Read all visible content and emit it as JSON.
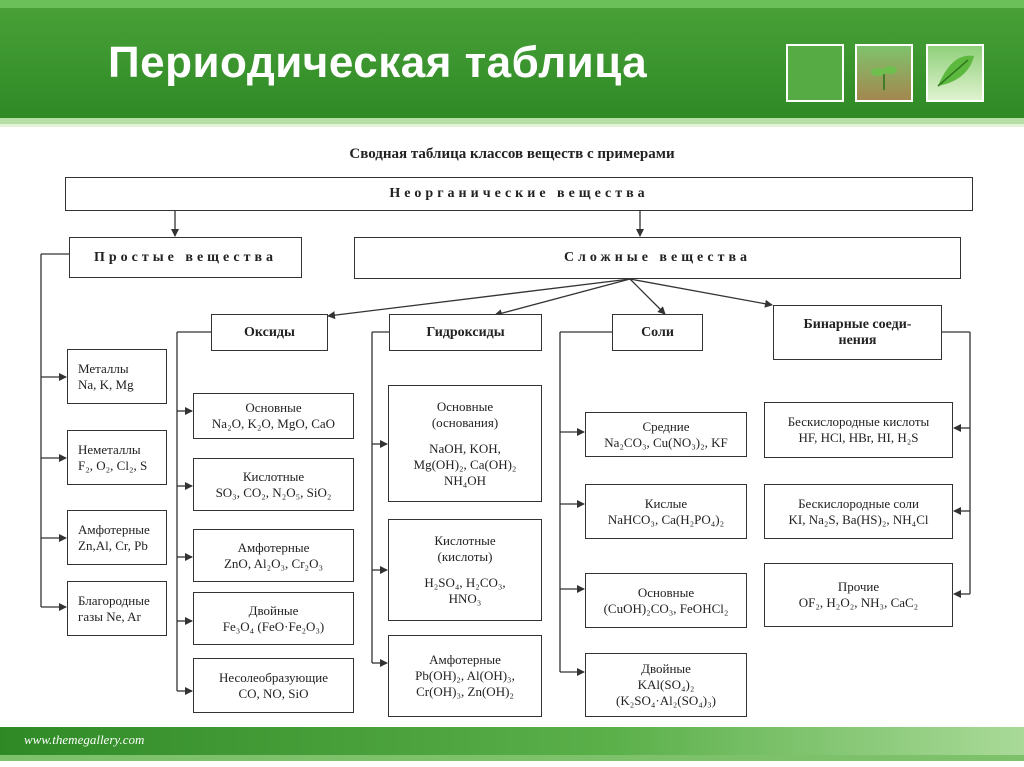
{
  "slide": {
    "title": "Периодическая таблица",
    "footer": "www.themegallery.com"
  },
  "diagram": {
    "heading": "Сводная таблица классов веществ с примерами",
    "root": "Неорганические вещества",
    "simple": "Простые вещества",
    "complex": "Сложные вещества",
    "simple_items": [
      {
        "l1": "Металлы",
        "l2": "Na, K, Mg"
      },
      {
        "l1": "Неметаллы",
        "l2": "F₂, O₂, Cl₂, S"
      },
      {
        "l1": "Амфотерные",
        "l2": "Zn,Al, Cr, Pb"
      },
      {
        "l1": "Благородные",
        "l2": "газы Ne, Ar"
      }
    ],
    "categories": {
      "oxides": "Оксиды",
      "hydroxides": "Гидроксиды",
      "salts": "Соли",
      "binary_l1": "Бинарные соеди-",
      "binary_l2": "нения"
    },
    "oxides": [
      {
        "l1": "Основные",
        "l2": "Na₂O, K₂O, MgO, CaO"
      },
      {
        "l1": "Кислотные",
        "l2": "SO₃, CO₂, N₂O₅, SiO₂"
      },
      {
        "l1": "Амфотерные",
        "l2": "ZnO, Al₂O₃, Cr₂O₃"
      },
      {
        "l1": "Двойные",
        "l2": "Fe₃O₄ (FeO·Fe₂O₃)"
      },
      {
        "l1": "Несолеобразующие",
        "l2": "CO, NO, SiO"
      }
    ],
    "hydroxides": [
      {
        "l1": "Основные",
        "l2": "(основания)",
        "l3": "NaOH, KOH,",
        "l4": "Mg(OH)₂, Ca(OH)₂",
        "l5": "NH₄OH"
      },
      {
        "l1": "Кислотные",
        "l2": "(кислоты)",
        "l3": "H₂SO₄, H₂CO₃,",
        "l4": "HNO₃"
      },
      {
        "l1": "Амфотерные",
        "l2": "Pb(OH)₂, Al(OH)₃,",
        "l3": "Cr(OH)₃, Zn(OH)₂"
      }
    ],
    "salts": [
      {
        "l1": "Средние",
        "l2": "Na₂CO₃, Cu(NO₃)₂, KF"
      },
      {
        "l1": "Кислые",
        "l2": "NaHCO₃, Ca(H₂PO₄)₂"
      },
      {
        "l1": "Основные",
        "l2": "(CuOH)₂CO₃, FeOHCl₂"
      },
      {
        "l1": "Двойные",
        "l2": "KAl(SO₄)₂",
        "l3": "(K₂SO₄·Al₂(SO₄)₃)"
      }
    ],
    "binary": [
      {
        "l1": "Бескислородные кислоты",
        "l2": "HF, HCl, HBr, HI, H₂S"
      },
      {
        "l1": "Бескислородные соли",
        "l2": "KI, Na₂S, Ba(HS)₂, NH₄Cl"
      },
      {
        "l1": "Прочие",
        "l2": "OF₂, H₂O₂, NH₃, CaC₂"
      }
    ]
  }
}
